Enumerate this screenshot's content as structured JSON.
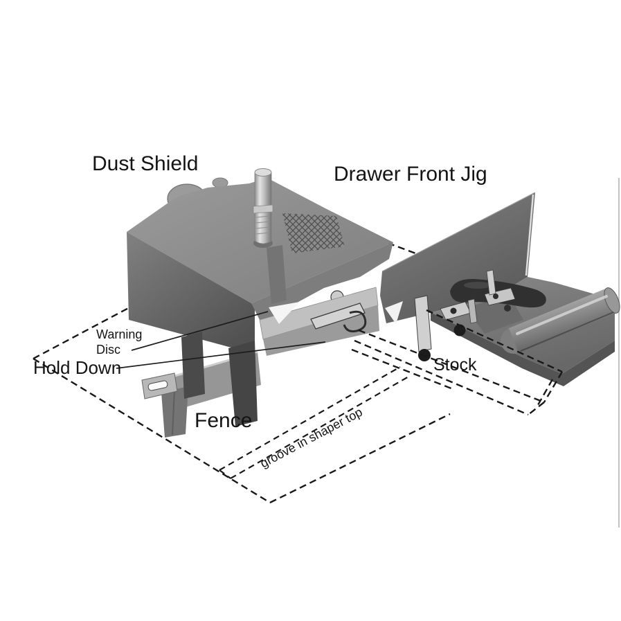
{
  "figure": {
    "description_labels": {
      "dust_shield": "Dust Shield",
      "drawer_front_jig": "Drawer Front Jig",
      "warning_line1": "Warning",
      "warning_line2": "Disc",
      "hold_down": "Hold Down",
      "stock": "Stock",
      "fence": "Fence",
      "groove": "groove in shaper top"
    },
    "colors": {
      "ink": "#181818",
      "callout": "#1c1c1c",
      "machine_gray": "#8e8e8e",
      "dark_gray": "#525252",
      "light_gray": "#b8b8b8",
      "page_edge_line": "#c4c4c4",
      "background": "#ffffff"
    }
  }
}
